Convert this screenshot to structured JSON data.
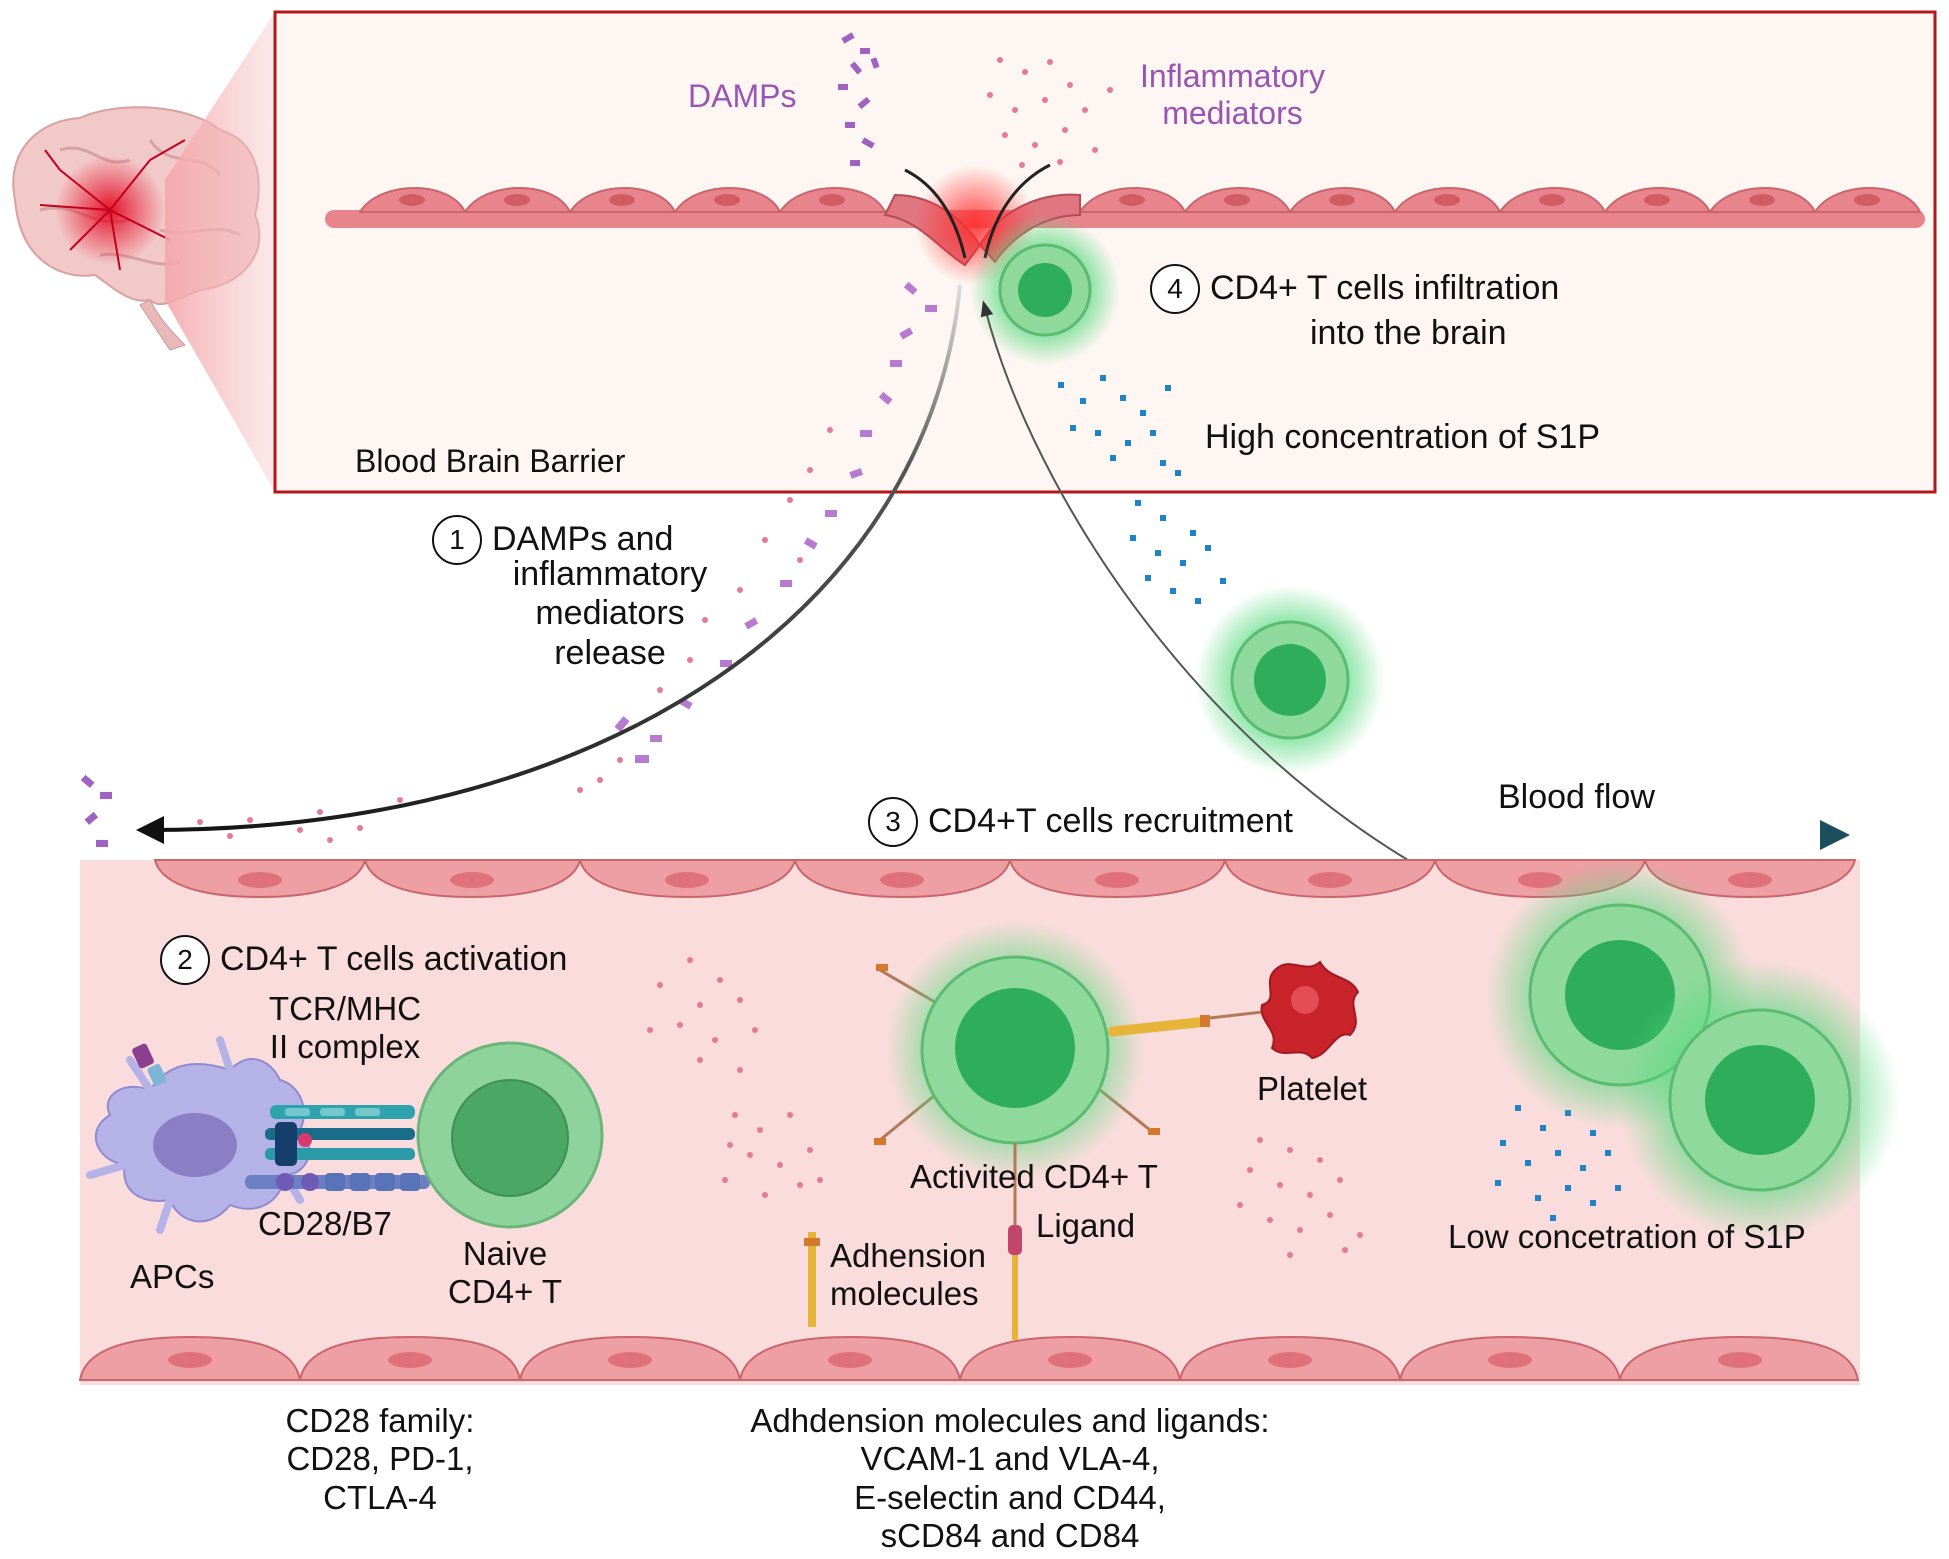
{
  "top_panel": {
    "barrier_label": "Blood Brain Barrier",
    "damps_label": "DAMPs",
    "inflammatory_label_line1": "Inflammatory",
    "inflammatory_label_line2": "mediators",
    "step4_number": "4",
    "step4_line1": "CD4+ T cells infiltration",
    "step4_line2": "into the brain",
    "s1p_high": "High concentration of S1P"
  },
  "middle": {
    "step1_number": "1",
    "step1_line1": "DAMPs and",
    "step1_line2": "inflammatory",
    "step1_line3": "mediators",
    "step1_line4": "release",
    "step3_number": "3",
    "step3_label": "CD4+T cells recruitment",
    "blood_flow": "Blood flow"
  },
  "vessel": {
    "step2_number": "2",
    "step2_label": "CD4+ T cells activation",
    "tcr_line1": "TCR/MHC",
    "tcr_line2": "II complex",
    "cd28_b7": "CD28/B7",
    "apcs": "APCs",
    "naive_line1": "Naive",
    "naive_line2": "CD4+ T",
    "activated": "Activited CD4+ T",
    "ligand": "Ligand",
    "adhesion_line1": "Adhension",
    "adhesion_line2": "molecules",
    "platelet": "Platelet",
    "s1p_low": "Low concetration of S1P"
  },
  "footer": {
    "cd28_family": [
      "CD28 family:",
      "CD28, PD-1,",
      "CTLA-4"
    ],
    "adhesion_list": [
      "Adhdension molecules and ligands:",
      "VCAM-1 and VLA-4,",
      "E-selectin and CD44,",
      "sCD84 and CD84"
    ]
  },
  "colors": {
    "frame_red": "#b3161b",
    "endothelium": "#e8848b",
    "vessel_bg": "#fbdcdc",
    "t_cell_green": "#3fbf6a",
    "damps_purple": "#9a55b3",
    "s1p_blue": "#1e84c6",
    "flow_arrow": "#1b4f5e"
  }
}
